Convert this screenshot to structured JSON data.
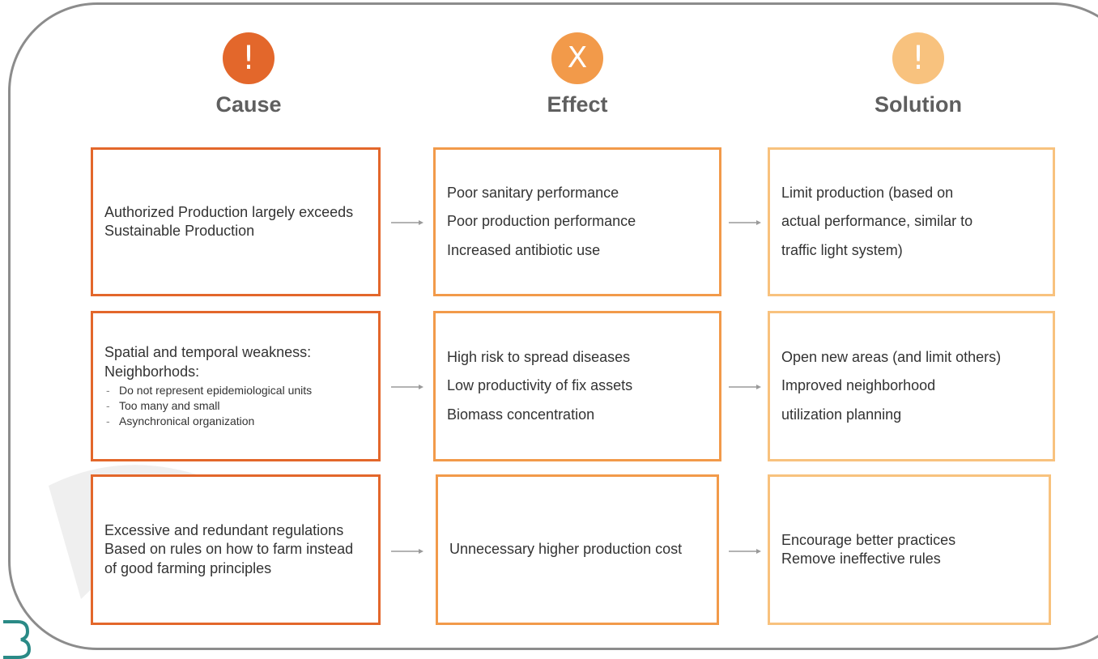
{
  "columns": {
    "cause": {
      "label": "Cause",
      "icon": "exclamation-icon",
      "icon_glyph": "!",
      "color": "#e3672b"
    },
    "effect": {
      "label": "Effect",
      "icon": "x-icon",
      "icon_glyph": "X",
      "color": "#f29a4a"
    },
    "solution": {
      "label": "Solution",
      "icon": "exclamation-icon",
      "icon_glyph": "!",
      "color": "#f8c27e"
    }
  },
  "rows": [
    {
      "cause": {
        "lines": [
          "Authorized Production largely exceeds Sustainable Production"
        ]
      },
      "effect": {
        "lines": [
          "Poor sanitary performance",
          "Poor production performance",
          "Increased antibiotic use"
        ]
      },
      "solution": {
        "lines": [
          "Limit production (based on",
          "actual performance, similar to",
          "traffic light system)"
        ]
      }
    },
    {
      "cause": {
        "lines": [
          "Spatial and temporal weakness:",
          "Neighborhods:"
        ],
        "bullets": [
          "Do not represent epidemiological units",
          "Too many and small",
          "Asynchronical organization"
        ]
      },
      "effect": {
        "lines": [
          "High risk to spread diseases",
          "Low productivity of fix assets",
          "Biomass concentration"
        ]
      },
      "solution": {
        "lines": [
          "Open new areas (and limit others)",
          "Improved neighborhood",
          "utilization planning"
        ]
      }
    },
    {
      "cause": {
        "lines": [
          "Excessive and redundant regulations",
          "Based on rules on how to farm instead of good farming principles"
        ]
      },
      "effect": {
        "lines": [
          "Unnecessary higher production cost"
        ]
      },
      "solution": {
        "lines": [
          "Encourage better practices",
          "Remove ineffective rules"
        ]
      }
    }
  ],
  "colors": {
    "frame": "#8c8c8c",
    "text": "#333333",
    "header_text": "#5f5f5f",
    "arrow": "#9a9a9a"
  }
}
